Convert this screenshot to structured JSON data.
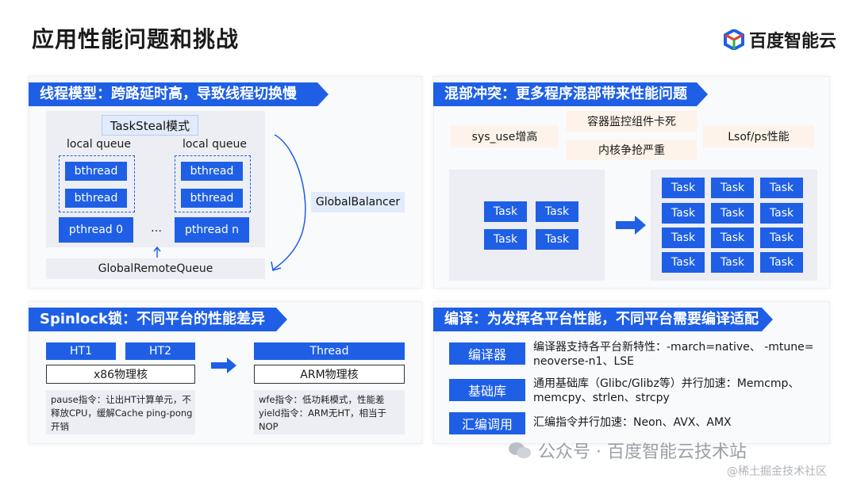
{
  "page_title": "应用性能问题和挑战",
  "brand": "百度智能云",
  "panel_tl": {
    "banner": "线程模型：跨路延时高，导致线程切换慢",
    "tasksteal": "TaskSteal模式",
    "queue_left": "local queue",
    "queue_right": "local queue",
    "bthread": "bthread",
    "pthread0": "pthread 0",
    "ellipsis": "…",
    "pthreadn": "pthread n",
    "global_balancer": "GlobalBalancer",
    "global_remote": "GlobalRemoteQueue"
  },
  "panel_tr": {
    "banner": "混部冲突：更多程序混部带来性能问题",
    "tag1": "sys_use增高",
    "tag2": "容器监控组件卡死",
    "tag3": "内核争抢严重",
    "tag4": "Lsof/ps性能",
    "task": "Task"
  },
  "panel_bl": {
    "banner": "Spinlock锁：不同平台的性能差异",
    "ht1": "HT1",
    "ht2": "HT2",
    "x86": "x86物理核",
    "thread": "Thread",
    "arm": "ARM物理核",
    "note_left": "pause指令：让出HT计算单元，不释放CPU，缓解Cache ping-pong开销",
    "note_right": "wfe指令：低功耗模式，性能差 yield指令：ARM无HT，相当于NOP"
  },
  "panel_br": {
    "banner": "编译：为发挥各平台性能，不同平台需要编译适配",
    "rows": [
      {
        "label": "编译器",
        "desc": "编译器支持各平台新特性：-march=native、   -mtune= neoverse-n1、LSE"
      },
      {
        "label": "基础库",
        "desc": "通用基础库（Glibc/Glibz等）并行加速：Memcmp、memcpy、strlen、strcpy"
      },
      {
        "label": "汇编调用",
        "desc": "汇编指令并行加速：Neon、AVX、AMX"
      }
    ]
  },
  "watermark1": "公众号 · 百度智能云技术站",
  "watermark2": "@稀土掘金技术社区",
  "colors": {
    "accent": "#1e5fe6",
    "light": "#e2ebfb",
    "grey": "#eceef3"
  }
}
